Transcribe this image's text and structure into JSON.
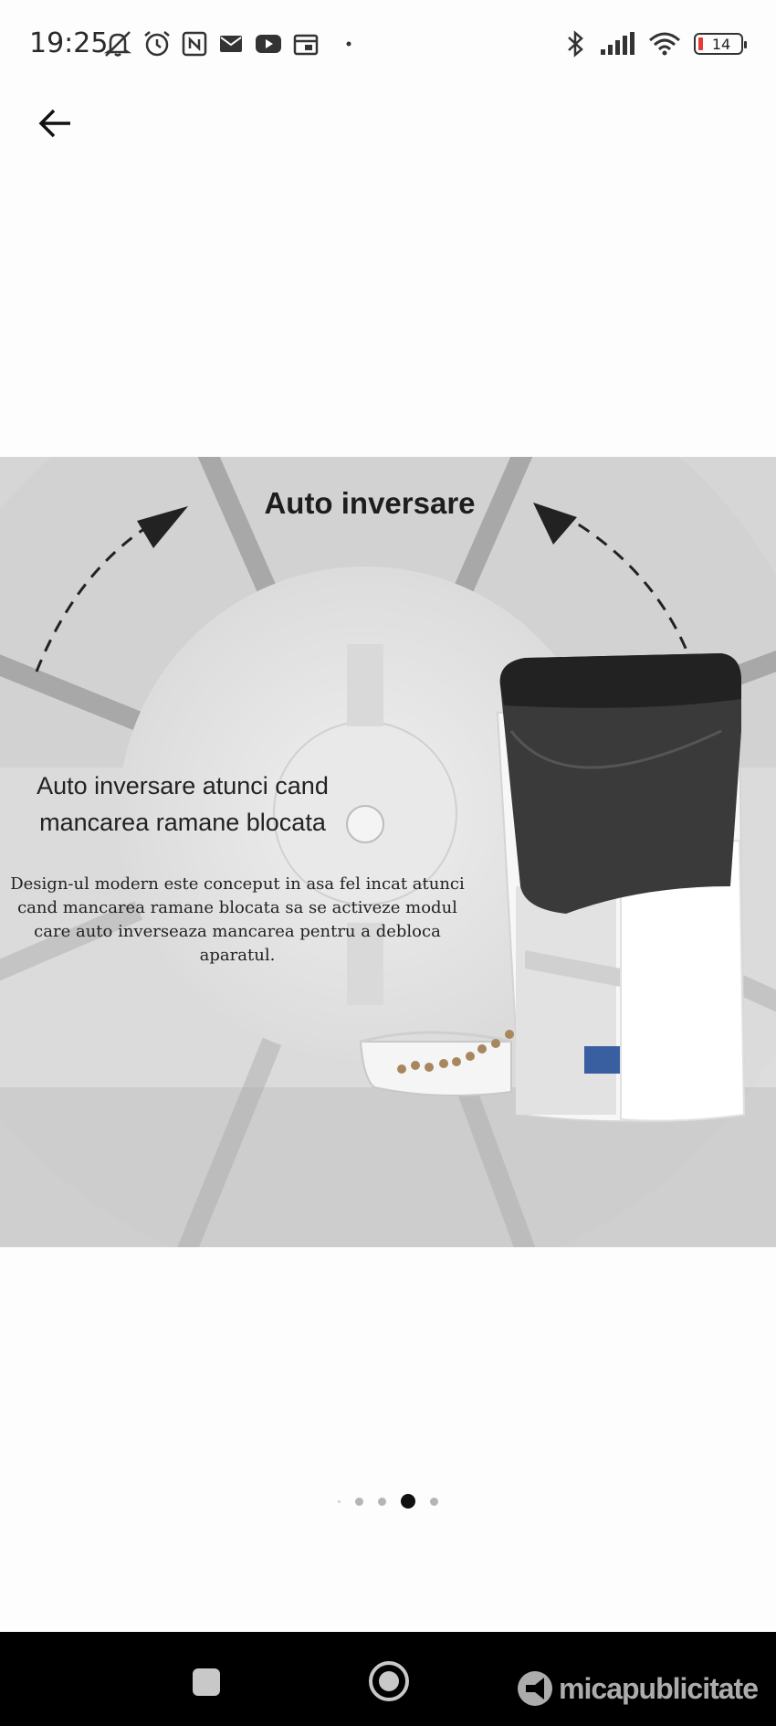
{
  "status_bar": {
    "time": "19:25",
    "battery_level": "14",
    "icons_left": [
      "bell-off-icon",
      "alarm-icon",
      "nfc-icon",
      "mail-icon",
      "youtube-icon",
      "calendar-icon",
      "dot-icon"
    ],
    "icons_right": [
      "bluetooth-icon",
      "signal-icon",
      "wifi-icon",
      "battery-icon"
    ]
  },
  "header": {
    "back_icon": "arrow-left-icon"
  },
  "slide": {
    "title": "Auto inversare",
    "subtitle_line1": "Auto inversare atunci cand",
    "subtitle_line2": "mancarea ramane blocata",
    "description": "Design-ul modern este conceput in asa fel incat atunci cand mancarea ramane blocata sa se activeze modul care auto inverseaza mancarea pentru a debloca aparatul."
  },
  "pager": {
    "count": 5,
    "active_index": 3
  },
  "nav_bar": {
    "watermark": "micapublicitate"
  },
  "colors": {
    "battery_low": "#e53935",
    "nav_bg": "#000000",
    "active_dot": "#111111"
  }
}
